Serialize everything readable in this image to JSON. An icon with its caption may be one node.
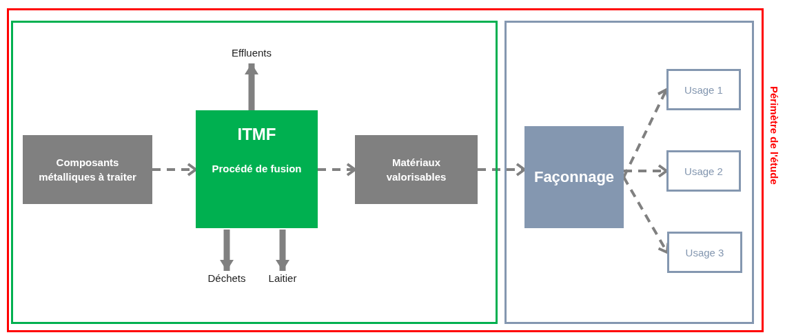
{
  "diagram": {
    "nodes": [
      {
        "text": [
          "Périmètre de l'étude"
        ]
      },
      {
        "text": [],
        "shape": "box",
        "in": 0
      },
      {
        "text": [],
        "shape": "box",
        "in": 0
      },
      {
        "text": [
          "Composants métalliques à traiter"
        ],
        "in": 1
      },
      {
        "text": [
          "ITMF",
          "Procédé de fusion"
        ],
        "in": 1
      },
      {
        "text": [
          "Effluents"
        ],
        "in": 1
      },
      {
        "text": [
          "Déchets"
        ],
        "in": 1
      },
      {
        "text": [
          "Laitier"
        ],
        "in": 1
      },
      {
        "text": [
          "Matériaux valorisables"
        ],
        "in": 1
      },
      {
        "text": [
          "Façonnage"
        ],
        "in": 2
      },
      {
        "text": [
          "Usage 1"
        ],
        "in": 2
      },
      {
        "text": [
          "Usage 2"
        ],
        "in": 2
      },
      {
        "text": [
          "Usage 3"
        ],
        "in": 2
      }
    ],
    "edges": [
      {
        "from": 3,
        "to": 4,
        "arrow": "to",
        "style": "dashed"
      },
      {
        "from": 4,
        "to": 5,
        "arrow": "to",
        "style": "thick"
      },
      {
        "from": 4,
        "to": 6,
        "arrow": "to",
        "style": "thick"
      },
      {
        "from": 4,
        "to": 7,
        "arrow": "to",
        "style": "thick"
      },
      {
        "from": 4,
        "to": 8,
        "arrow": "to",
        "style": "dashed"
      },
      {
        "from": 8,
        "to": 9,
        "arrow": "to",
        "style": "dashed"
      },
      {
        "from": 9,
        "to": 10,
        "arrow": "to",
        "style": "dashed"
      },
      {
        "from": 9,
        "to": 11,
        "arrow": "to",
        "style": "dashed"
      },
      {
        "from": 9,
        "to": 12,
        "arrow": "to",
        "style": "dashed"
      }
    ]
  }
}
